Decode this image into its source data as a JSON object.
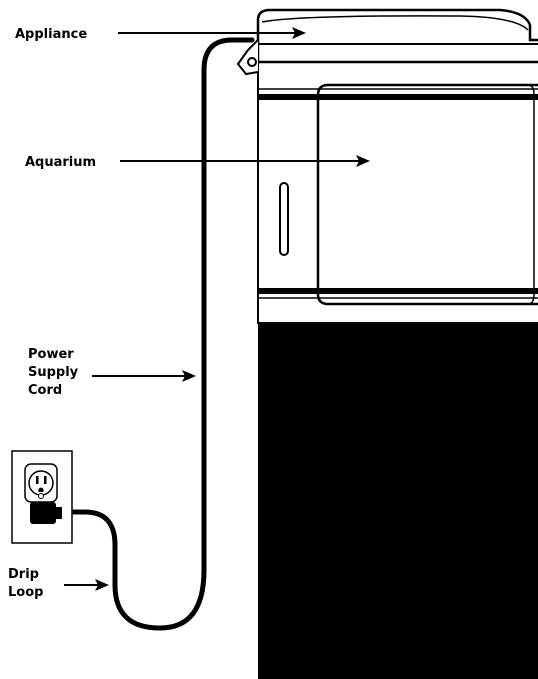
{
  "labels": {
    "appliance": "Appliance",
    "aquarium": "Aquarium",
    "power_supply_cord": [
      "Power",
      "Supply",
      "Cord"
    ],
    "drip_loop": [
      "Drip",
      "Loop"
    ]
  },
  "colors": {
    "line": "#000000",
    "background": "#ffffff",
    "stand": "#000000"
  },
  "icons": [
    "arrow-icon",
    "wall-outlet-icon",
    "plug-icon"
  ]
}
